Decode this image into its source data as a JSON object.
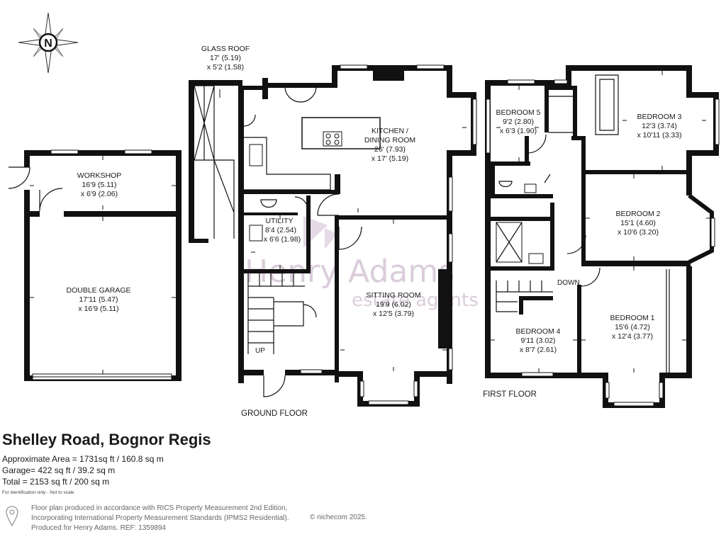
{
  "labels": {
    "glass_roof": [
      "GLASS ROOF",
      "17' (5.19)",
      "x 5'2 (1.58)"
    ],
    "workshop": [
      "WORKSHOP",
      "16'9 (5.11)",
      "x 6'9 (2.06)"
    ],
    "double_garage": [
      "DOUBLE GARAGE",
      "17'11 (5.47)",
      "x 16'9 (5.11)"
    ],
    "kitchen": [
      "KITCHEN /",
      "DINING ROOM",
      "26' (7.93)",
      "x 17' (5.19)"
    ],
    "utility": [
      "UTILITY",
      "8'4 (2.54)",
      "x 6'6 (1.98)"
    ],
    "sitting_room": [
      "SITTING ROOM",
      "19'9 (6.02)",
      "x 12'5 (3.79)"
    ],
    "bedroom5": [
      "BEDROOM 5",
      "9'2 (2.80)",
      "x 6'3 (1.90)"
    ],
    "bedroom3": [
      "BEDROOM 3",
      "12'3 (3.74)",
      "x 10'11 (3.33)"
    ],
    "bedroom2": [
      "BEDROOM 2",
      "15'1 (4.60)",
      "x 10'6 (3.20)"
    ],
    "bedroom4": [
      "BEDROOM 4",
      "9'11 (3.02)",
      "x 8'7 (2.61)"
    ],
    "bedroom1": [
      "BEDROOM 1",
      "15'6 (4.72)",
      "x 12'4 (3.77)"
    ],
    "up": "UP",
    "down": "DOWN",
    "ground_floor": "GROUND FLOOR",
    "first_floor": "FIRST FLOOR",
    "compass_n": "N"
  },
  "watermark": {
    "line1": "Henry Adams",
    "line2": "estate agents",
    "color": "#d8c8d8"
  },
  "footer": {
    "title": "Shelley Road, Bognor Regis",
    "approx_area": "Approximate Area = 1731sq ft / 160.8 sq m",
    "garage": "Garage= 422 sq ft / 39.2 sq m",
    "total": "Total = 2153 sq ft / 200 sq m",
    "note": "For identification only - Not to scale",
    "credit_1": "Floor plan produced in accordance with RICS Property Measurement 2nd Edition,",
    "credit_2": "Incorporating International Property Measurement Standards (IPMS2 Residential).",
    "credit_3": "Produced for Henry Adams.     REF: 1359894",
    "copyright": "© nichecom 2025."
  }
}
